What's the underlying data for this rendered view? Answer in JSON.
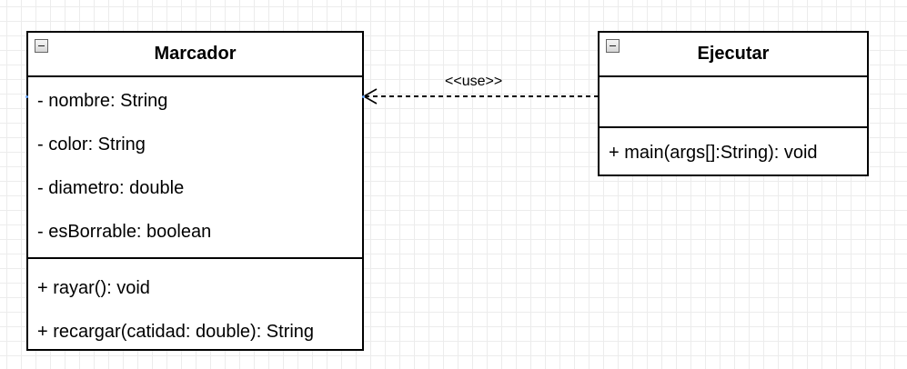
{
  "diagram": {
    "type": "uml-class-diagram",
    "grid": true,
    "colors": {
      "line": "#000000",
      "background": "#ffffff",
      "grid": "#ececec",
      "anchor": "#6aa8ff"
    }
  },
  "classes": {
    "marcador": {
      "name": "Marcador",
      "collapse_icon": "minus-square-icon",
      "attributes": [
        "- nombre: String",
        "- color: String",
        "- diametro: double",
        "- esBorrable: boolean"
      ],
      "methods": [
        "+ rayar(): void",
        "+ recargar(catidad: double): String"
      ]
    },
    "ejecutar": {
      "name": "Ejecutar",
      "collapse_icon": "minus-square-icon",
      "attributes": [],
      "methods": [
        "+ main(args[]:String): void"
      ]
    }
  },
  "relationship": {
    "kind": "dependency",
    "from": "Ejecutar",
    "to": "Marcador",
    "stereotype": "<<use>>",
    "line_style": "dashed",
    "arrow_head": "open"
  }
}
